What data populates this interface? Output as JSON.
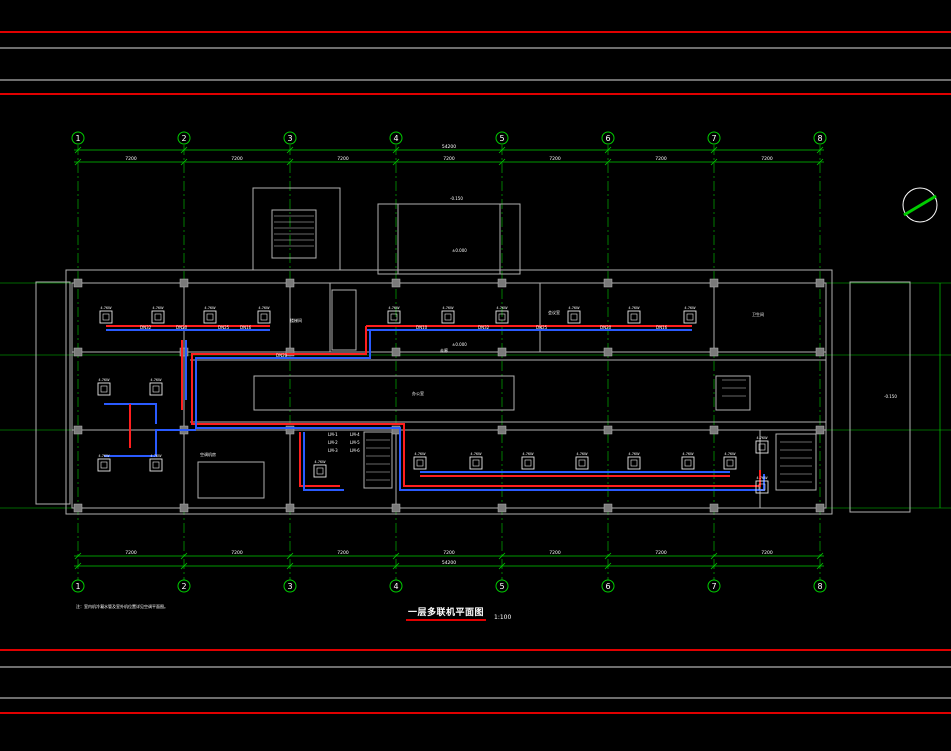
{
  "drawing": {
    "title": "一层多联机平面图",
    "scale": "1:100",
    "note": "注：室内机冷凝水管及室外机位置详见空调平面图。"
  },
  "grid_axes": [
    "1",
    "2",
    "3",
    "4",
    "5",
    "6",
    "7",
    "8"
  ],
  "bay_dims_top": [
    "7200",
    "7200",
    "7200",
    "7200",
    "7200",
    "7200",
    "7200"
  ],
  "bay_dims_bottom": [
    "7200",
    "7200",
    "7200",
    "7200",
    "7200",
    "7200",
    "7200"
  ],
  "total_dim": "54200",
  "elevations": [
    "-0.150",
    "±0.000",
    "-0.150",
    "±0.000"
  ],
  "room_labels": [
    "楼梯间",
    "走廊",
    "办公室",
    "会议室",
    "卫生间",
    "空调机房"
  ],
  "pipe_tags": [
    "DN32",
    "DN20",
    "DN25",
    "DN16",
    "DN10",
    "DN32",
    "DN25",
    "DN20",
    "DN16",
    "DN20"
  ],
  "branch_tags": [
    "LM-1",
    "LM-2",
    "LM-3",
    "LM-4",
    "LM-5",
    "LM-6"
  ],
  "unit_tag": "4.7KW",
  "colors": {
    "grid": "#00cc00",
    "wall": "#b0b0b0",
    "supply": "#ff1e1e",
    "return": "#2a5bff",
    "border": "#e00000",
    "text": "#ffffff"
  }
}
